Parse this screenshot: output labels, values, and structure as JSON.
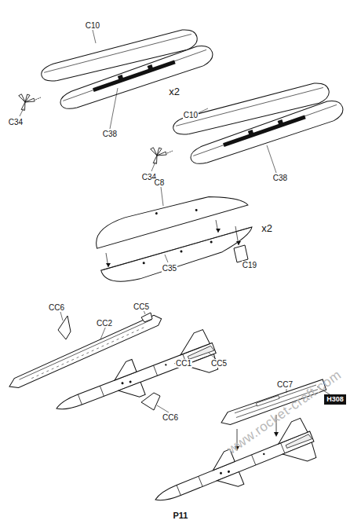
{
  "diagram": {
    "nodes": [
      {
        "text": [
          "H308"
        ]
      }
    ],
    "labels": [
      "C10",
      "C38",
      "x2",
      "C34",
      "C10",
      "C38",
      "C34",
      "C8",
      "x2",
      "C35",
      "C19",
      "CC6",
      "CC2",
      "CC5",
      "CC1",
      "CC5",
      "CC6",
      "CC7",
      "www.rocket-craft.com",
      "P11"
    ]
  }
}
